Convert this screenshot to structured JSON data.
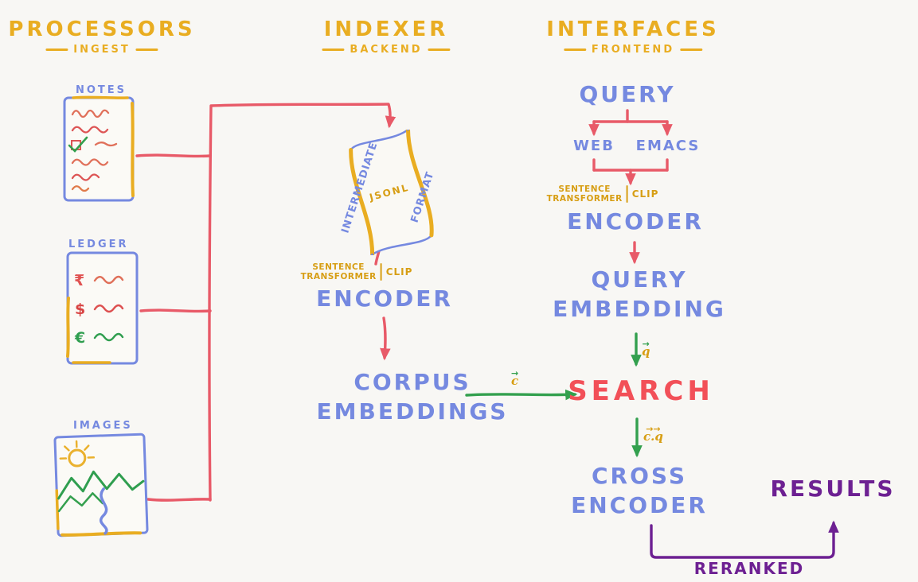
{
  "colors": {
    "background": "#f8f7f4",
    "yellow": "#e9ad21",
    "blue": "#7589e0",
    "red": "#e85a68",
    "green": "#33a04e",
    "purple": "#6d2092",
    "search_red": "#f25058"
  },
  "headers": {
    "processors": {
      "title": "PROCESSORS",
      "subtitle": "INGEST"
    },
    "indexer": {
      "title": "INDEXER",
      "subtitle": "BACKEND"
    },
    "interfaces": {
      "title": "INTERFACES",
      "subtitle": "FRONTEND"
    }
  },
  "processors": {
    "notes": {
      "label": "NOTES"
    },
    "ledger": {
      "label": "LEDGER",
      "currencies": [
        "₹",
        "$",
        "€"
      ]
    },
    "images": {
      "label": "IMAGES"
    }
  },
  "indexer": {
    "scroll": {
      "left_text": "INTERMEDIATE",
      "center_text": "JSONL",
      "right_text": "FORMAT"
    },
    "caption": {
      "line1": "SENTENCE",
      "line2": "TRANSFORMER",
      "right": "CLIP"
    },
    "encoder": "ENCODER",
    "corpus": {
      "line1": "CORPUS",
      "line2": "EMBEDDINGS"
    },
    "corpus_vector": {
      "arrow": "→",
      "base": "c"
    }
  },
  "interfaces": {
    "query": "QUERY",
    "clients": {
      "web": "WEB",
      "emacs": "EMACS"
    },
    "caption": {
      "line1": "SENTENCE",
      "line2": "TRANSFORMER",
      "right": "CLIP"
    },
    "encoder": "ENCODER",
    "query_embedding": {
      "line1": "QUERY",
      "line2": "EMBEDDING"
    },
    "query_vector": {
      "arrow": "→",
      "base": "q"
    },
    "search": "SEARCH",
    "dot_product_vector": {
      "arrow": "→→",
      "base": "c.q"
    },
    "cross_encoder": {
      "line1": "CROSS",
      "line2": "ENCODER"
    },
    "results": "RESULTS",
    "reranked": "RERANKED"
  }
}
